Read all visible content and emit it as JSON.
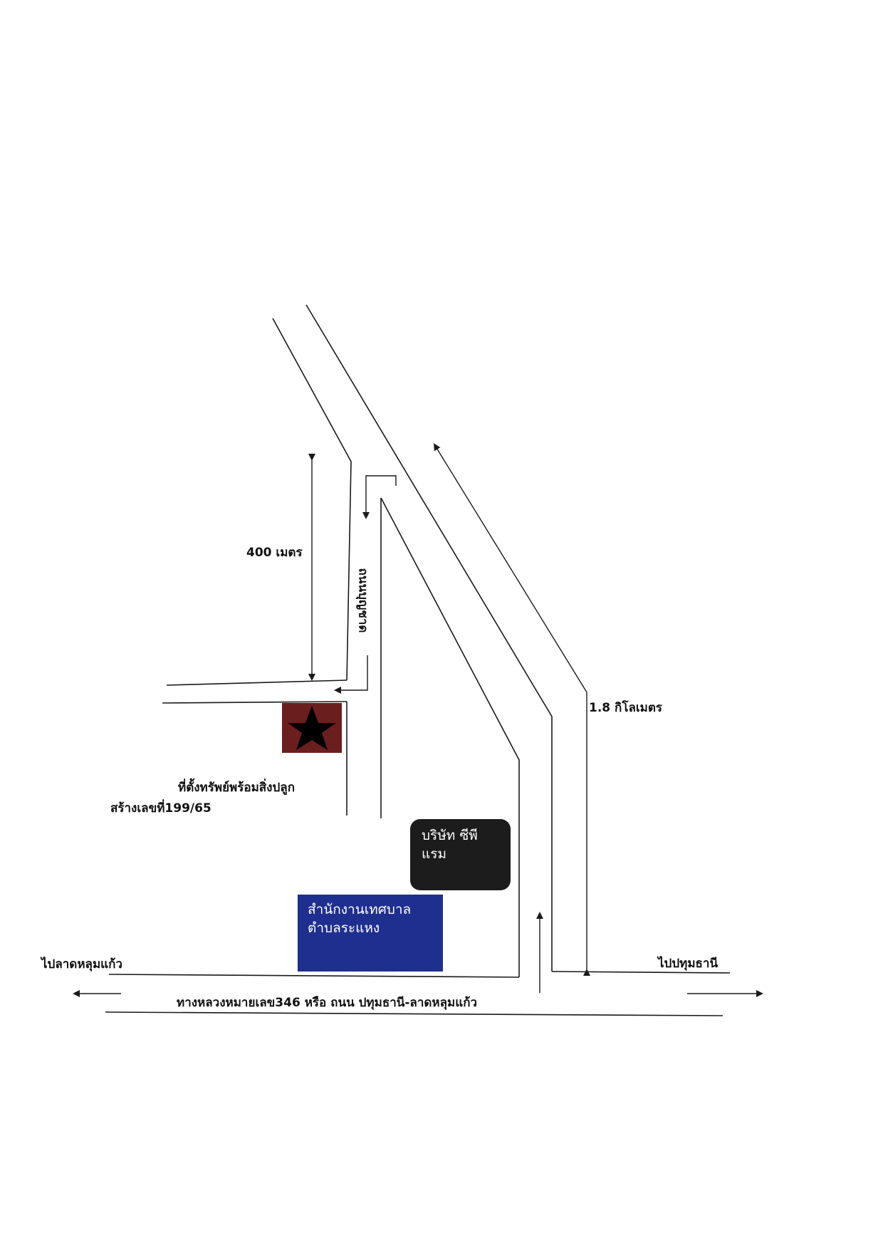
{
  "labels": {
    "distance_400m": "400 เมตร",
    "distance_1_8km": "1.8 กิโลเมตร",
    "side_road_name": "ถนนบุญชาด",
    "property_line1": "ที่ตั้งทรัพย์พร้อมสิ่งปลูก",
    "property_line2": "สร้างเลขที่199/65",
    "to_lat_lum_kaeo": "ไปลาดหลุมแก้ว",
    "to_pathum_thani": "ไปปทุมธานี",
    "main_road": "ทางหลวงหมายเลข346 หรือ ถนน ปทุมธานี-ลาดหลุมแก้ว"
  },
  "landmarks": {
    "company": {
      "line1": "บริษัท ซีพี",
      "line2": "แรม",
      "color": "#1c1c1c"
    },
    "municipal_office": {
      "line1": "สำนักงานเทศบาล",
      "line2": "ตำบลระแหง",
      "color": "#1f2f8f"
    }
  },
  "property_marker": {
    "icon": "star-icon",
    "color": "#6b1e1e"
  },
  "colors": {
    "road": "#1a1a1a",
    "background": "#ffffff"
  }
}
